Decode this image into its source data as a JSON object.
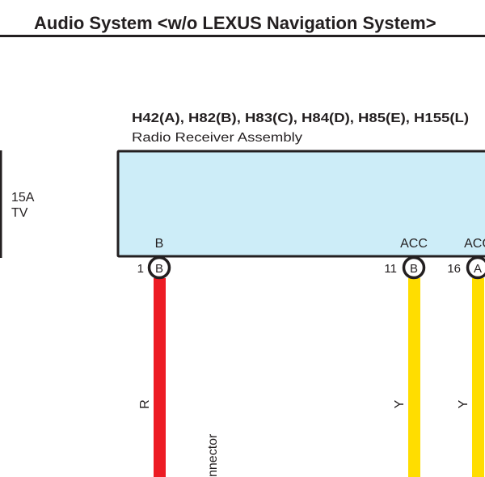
{
  "header": {
    "title": "Audio System <w/o LEXUS Navigation System>"
  },
  "component": {
    "connectors": "H42(A), H82(B), H83(C), H84(D), H85(E), H155(L)",
    "name": "Radio Receiver Assembly",
    "fill_color": "#cdedf8"
  },
  "fuse": {
    "rating": "15A",
    "name": "TV"
  },
  "pins": [
    {
      "terminal": "B",
      "number": "1",
      "connector": "B",
      "wire_color_code": "R",
      "wire_color": "#ed1c24"
    },
    {
      "terminal": "ACC",
      "number": "11",
      "connector": "B",
      "wire_color_code": "Y",
      "wire_color": "#ffdd00"
    },
    {
      "terminal": "ACC",
      "number": "16",
      "connector": "A",
      "wire_color_code": "Y",
      "wire_color": "#ffdd00"
    }
  ],
  "partial_label": "nnector"
}
